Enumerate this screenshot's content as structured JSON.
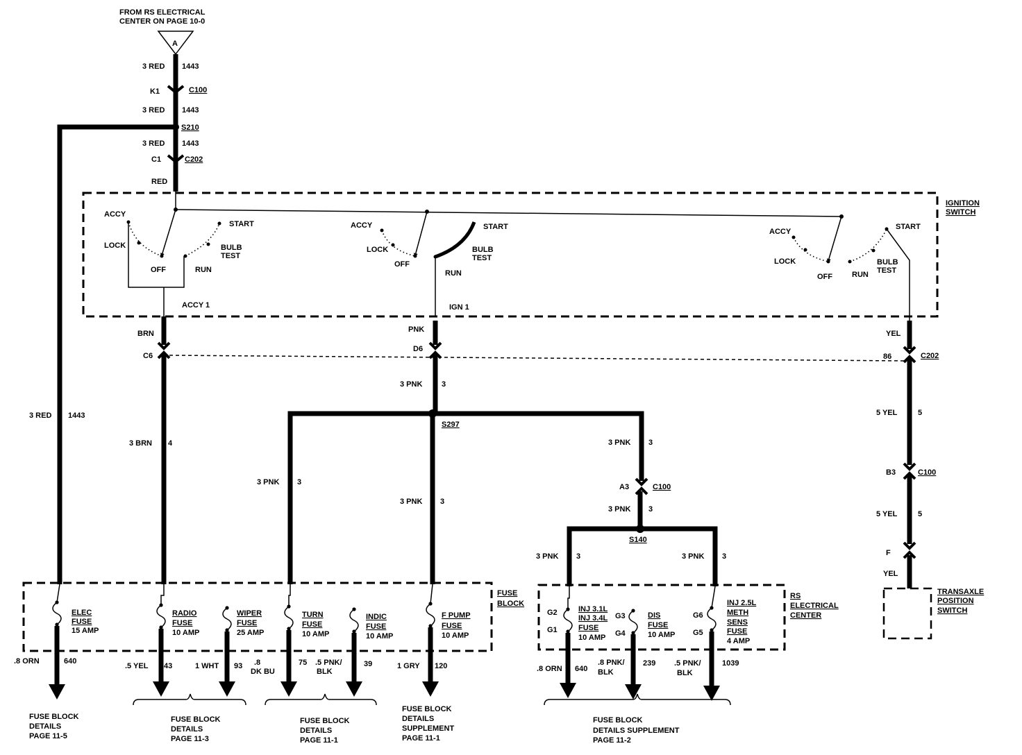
{
  "source": {
    "line1": "FROM RS ELECTRICAL",
    "line2": "CENTER ON PAGE 10-0",
    "connector": "A"
  },
  "top_wires": [
    {
      "id": "w1",
      "size": "3 RED",
      "circuit": "1443"
    },
    {
      "id": "w2",
      "size": "3 RED",
      "circuit": "1443"
    },
    {
      "id": "w3",
      "size": "3 RED",
      "circuit": "1443"
    }
  ],
  "left_wire": {
    "size": "3 RED",
    "circuit": "1443"
  },
  "connectors": {
    "c100_top": {
      "pin": "K1",
      "name": "C100"
    },
    "c202_top": {
      "pin": "C1",
      "name": "C202"
    },
    "c6": {
      "pin": "C6"
    },
    "d6": {
      "pin": "D6"
    },
    "c202_right": {
      "pin": "86",
      "name": "C202"
    },
    "c100_mid": {
      "pin": "A3",
      "name": "C100"
    },
    "c100_right": {
      "pin": "B3",
      "name": "C100"
    },
    "f": {
      "pin": "F"
    }
  },
  "splices": {
    "s210": "S210",
    "s297": "S297",
    "s140": "S140"
  },
  "ignition_switch": {
    "label1": "IGNITION",
    "label2": "SWITCH",
    "input_wire": "RED",
    "positions": {
      "accy": "ACCY",
      "lock": "LOCK",
      "off": "OFF",
      "run": "RUN",
      "start": "START",
      "bulb": "BULB",
      "test": "TEST"
    },
    "outputs": {
      "accy": "ACCY 1",
      "ign": "IGN 1"
    }
  },
  "wires": {
    "brn": "BRN",
    "pnk": "PNK",
    "yel": "YEL",
    "brn3": {
      "size": "3 BRN",
      "circuit": "4"
    },
    "pnk3a": {
      "size": "3 PNK",
      "circuit": "3"
    },
    "pnk3b": {
      "size": "3 PNK",
      "circuit": "3"
    },
    "pnk3c": {
      "size": "3 PNK",
      "circuit": "3"
    },
    "pnk3d": {
      "size": "3 PNK",
      "circuit": "3"
    },
    "pnk3e": {
      "size": "3 PNK",
      "circuit": "3"
    },
    "pnk3f": {
      "size": "3 PNK",
      "circuit": "3"
    },
    "pnk3g": {
      "size": "3 PNK",
      "circuit": "3"
    },
    "yel5a": {
      "size": "5 YEL",
      "circuit": "5"
    },
    "yel5b": {
      "size": "5 YEL",
      "circuit": "5"
    },
    "yel_bottom": "YEL"
  },
  "fuse_block": {
    "label1": "FUSE",
    "label2": "BLOCK"
  },
  "fuses": [
    {
      "id": "elec",
      "l1": "ELEC",
      "l2": "FUSE",
      "l3": "15 AMP"
    },
    {
      "id": "radio",
      "l1": "RADIO",
      "l2": "FUSE",
      "l3": "10 AMP"
    },
    {
      "id": "wiper",
      "l1": "WIPER",
      "l2": "FUSE",
      "l3": "25 AMP"
    },
    {
      "id": "turn",
      "l1": "TURN",
      "l2": "FUSE",
      "l3": "10 AMP"
    },
    {
      "id": "indic",
      "l1": "INDIC",
      "l2": "FUSE",
      "l3": "10 AMP"
    },
    {
      "id": "fpump",
      "l1": "F PUMP",
      "l2": "FUSE",
      "l3": "10 AMP"
    }
  ],
  "rs_center": {
    "label1": "RS",
    "label2": "ELECTRICAL",
    "label3": "CENTER",
    "inj31": {
      "l1": "INJ 3.1L",
      "l2": "INJ 3.4L",
      "l3": "FUSE",
      "l4": "10 AMP",
      "pin_top": "G2",
      "pin_bot": "G1"
    },
    "dis": {
      "l1": "DIS",
      "l2": "FUSE",
      "l3": "10 AMP",
      "pin_top": "G3",
      "pin_bot": "G4"
    },
    "inj25": {
      "l1": "INJ 2.5L",
      "l2": "METH",
      "l3": "SENS",
      "l4": "FUSE",
      "l5": "4 AMP",
      "pin_top": "G6",
      "pin_bot": "G5"
    }
  },
  "transaxle": {
    "l1": "TRANSAXLE",
    "l2": "POSITION",
    "l3": "SWITCH"
  },
  "outputs": [
    {
      "id": "o1",
      "size": ".8 ORN",
      "circuit": "640"
    },
    {
      "id": "o2",
      "size": ".5 YEL",
      "circuit": "43"
    },
    {
      "id": "o3",
      "size": "1 WHT",
      "circuit": "93"
    },
    {
      "id": "o4",
      "size_l1": ".8",
      "size_l2": "DK BU",
      "circuit": "75"
    },
    {
      "id": "o5",
      "size_l1": ".5 PNK/",
      "size_l2": "BLK",
      "circuit": "39"
    },
    {
      "id": "o6",
      "size": "1 GRY",
      "circuit": "120"
    },
    {
      "id": "o7",
      "size": ".8 ORN",
      "circuit": "640"
    },
    {
      "id": "o8",
      "size_l1": ".8 PNK/",
      "size_l2": "BLK",
      "circuit": "239"
    },
    {
      "id": "o9",
      "size_l1": ".5 PNK/",
      "size_l2": "BLK",
      "circuit": "1039"
    }
  ],
  "references": [
    {
      "id": "r1",
      "l1": "FUSE BLOCK",
      "l2": "DETAILS",
      "l3": "PAGE 11-5"
    },
    {
      "id": "r2",
      "l1": "FUSE BLOCK",
      "l2": "DETAILS",
      "l3": "PAGE 11-3"
    },
    {
      "id": "r3",
      "l1": "FUSE BLOCK",
      "l2": "DETAILS",
      "l3": "PAGE 11-1"
    },
    {
      "id": "r4",
      "l1": "FUSE BLOCK",
      "l2": "DETAILS",
      "l3": "SUPPLEMENT",
      "l4": "PAGE 11-1"
    },
    {
      "id": "r5",
      "l1": "FUSE BLOCK",
      "l2": "DETAILS SUPPLEMENT",
      "l3": "PAGE 11-2"
    }
  ]
}
